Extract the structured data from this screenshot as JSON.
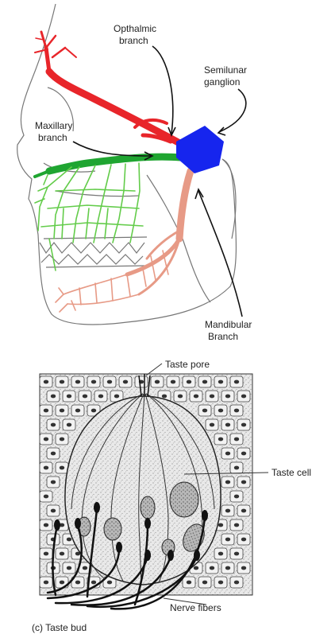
{
  "trigeminal_figure": {
    "labels": {
      "ophthalmic_line1": "Opthalmic",
      "ophthalmic_line2": "branch",
      "semilunar_line1": "Semilunar",
      "semilunar_line2": "ganglion",
      "maxillary_line1": "Maxillary",
      "maxillary_line2": "branch",
      "mandibular_line1": "Mandibular",
      "mandibular_line2": "Branch"
    },
    "colors": {
      "ophthalmic": "#e8252a",
      "maxillary": "#1fa531",
      "maxillary_light": "#63cc4a",
      "mandibular": "#e79a86",
      "ganglion": "#1625ee"
    }
  },
  "taste_bud_figure": {
    "labels": {
      "taste_pore": "Taste pore",
      "taste_cell": "Taste cell",
      "nerve_fibers": "Nerve fibers"
    },
    "caption": "(c) Taste bud"
  }
}
